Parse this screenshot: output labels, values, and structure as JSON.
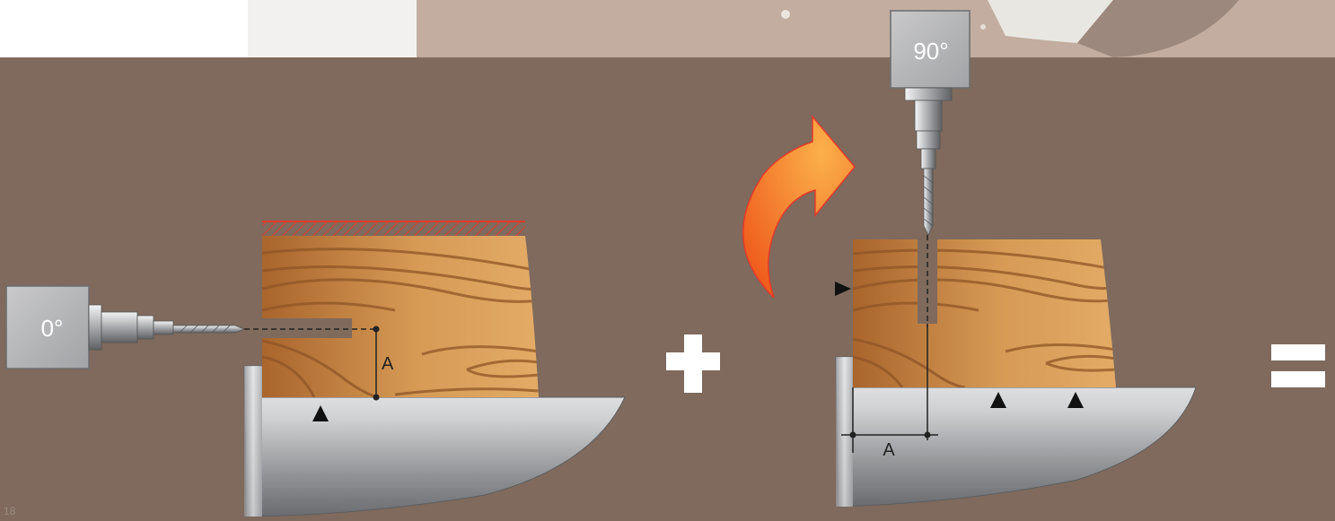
{
  "left_step": {
    "head_angle": "0°",
    "dimension_label": "A"
  },
  "right_step": {
    "head_angle": "90°",
    "dimension_label": "A"
  },
  "operators": {
    "plus": "+",
    "equals": "="
  },
  "page_number": "18",
  "colors": {
    "background": "#7f6a5d",
    "top_strip": "#c2ada0",
    "wood": "#c8863f",
    "wood_grain": "#8f5426",
    "hatch": "#e23a2a",
    "arrow": "#f57a22",
    "steel": "#b9babc"
  }
}
